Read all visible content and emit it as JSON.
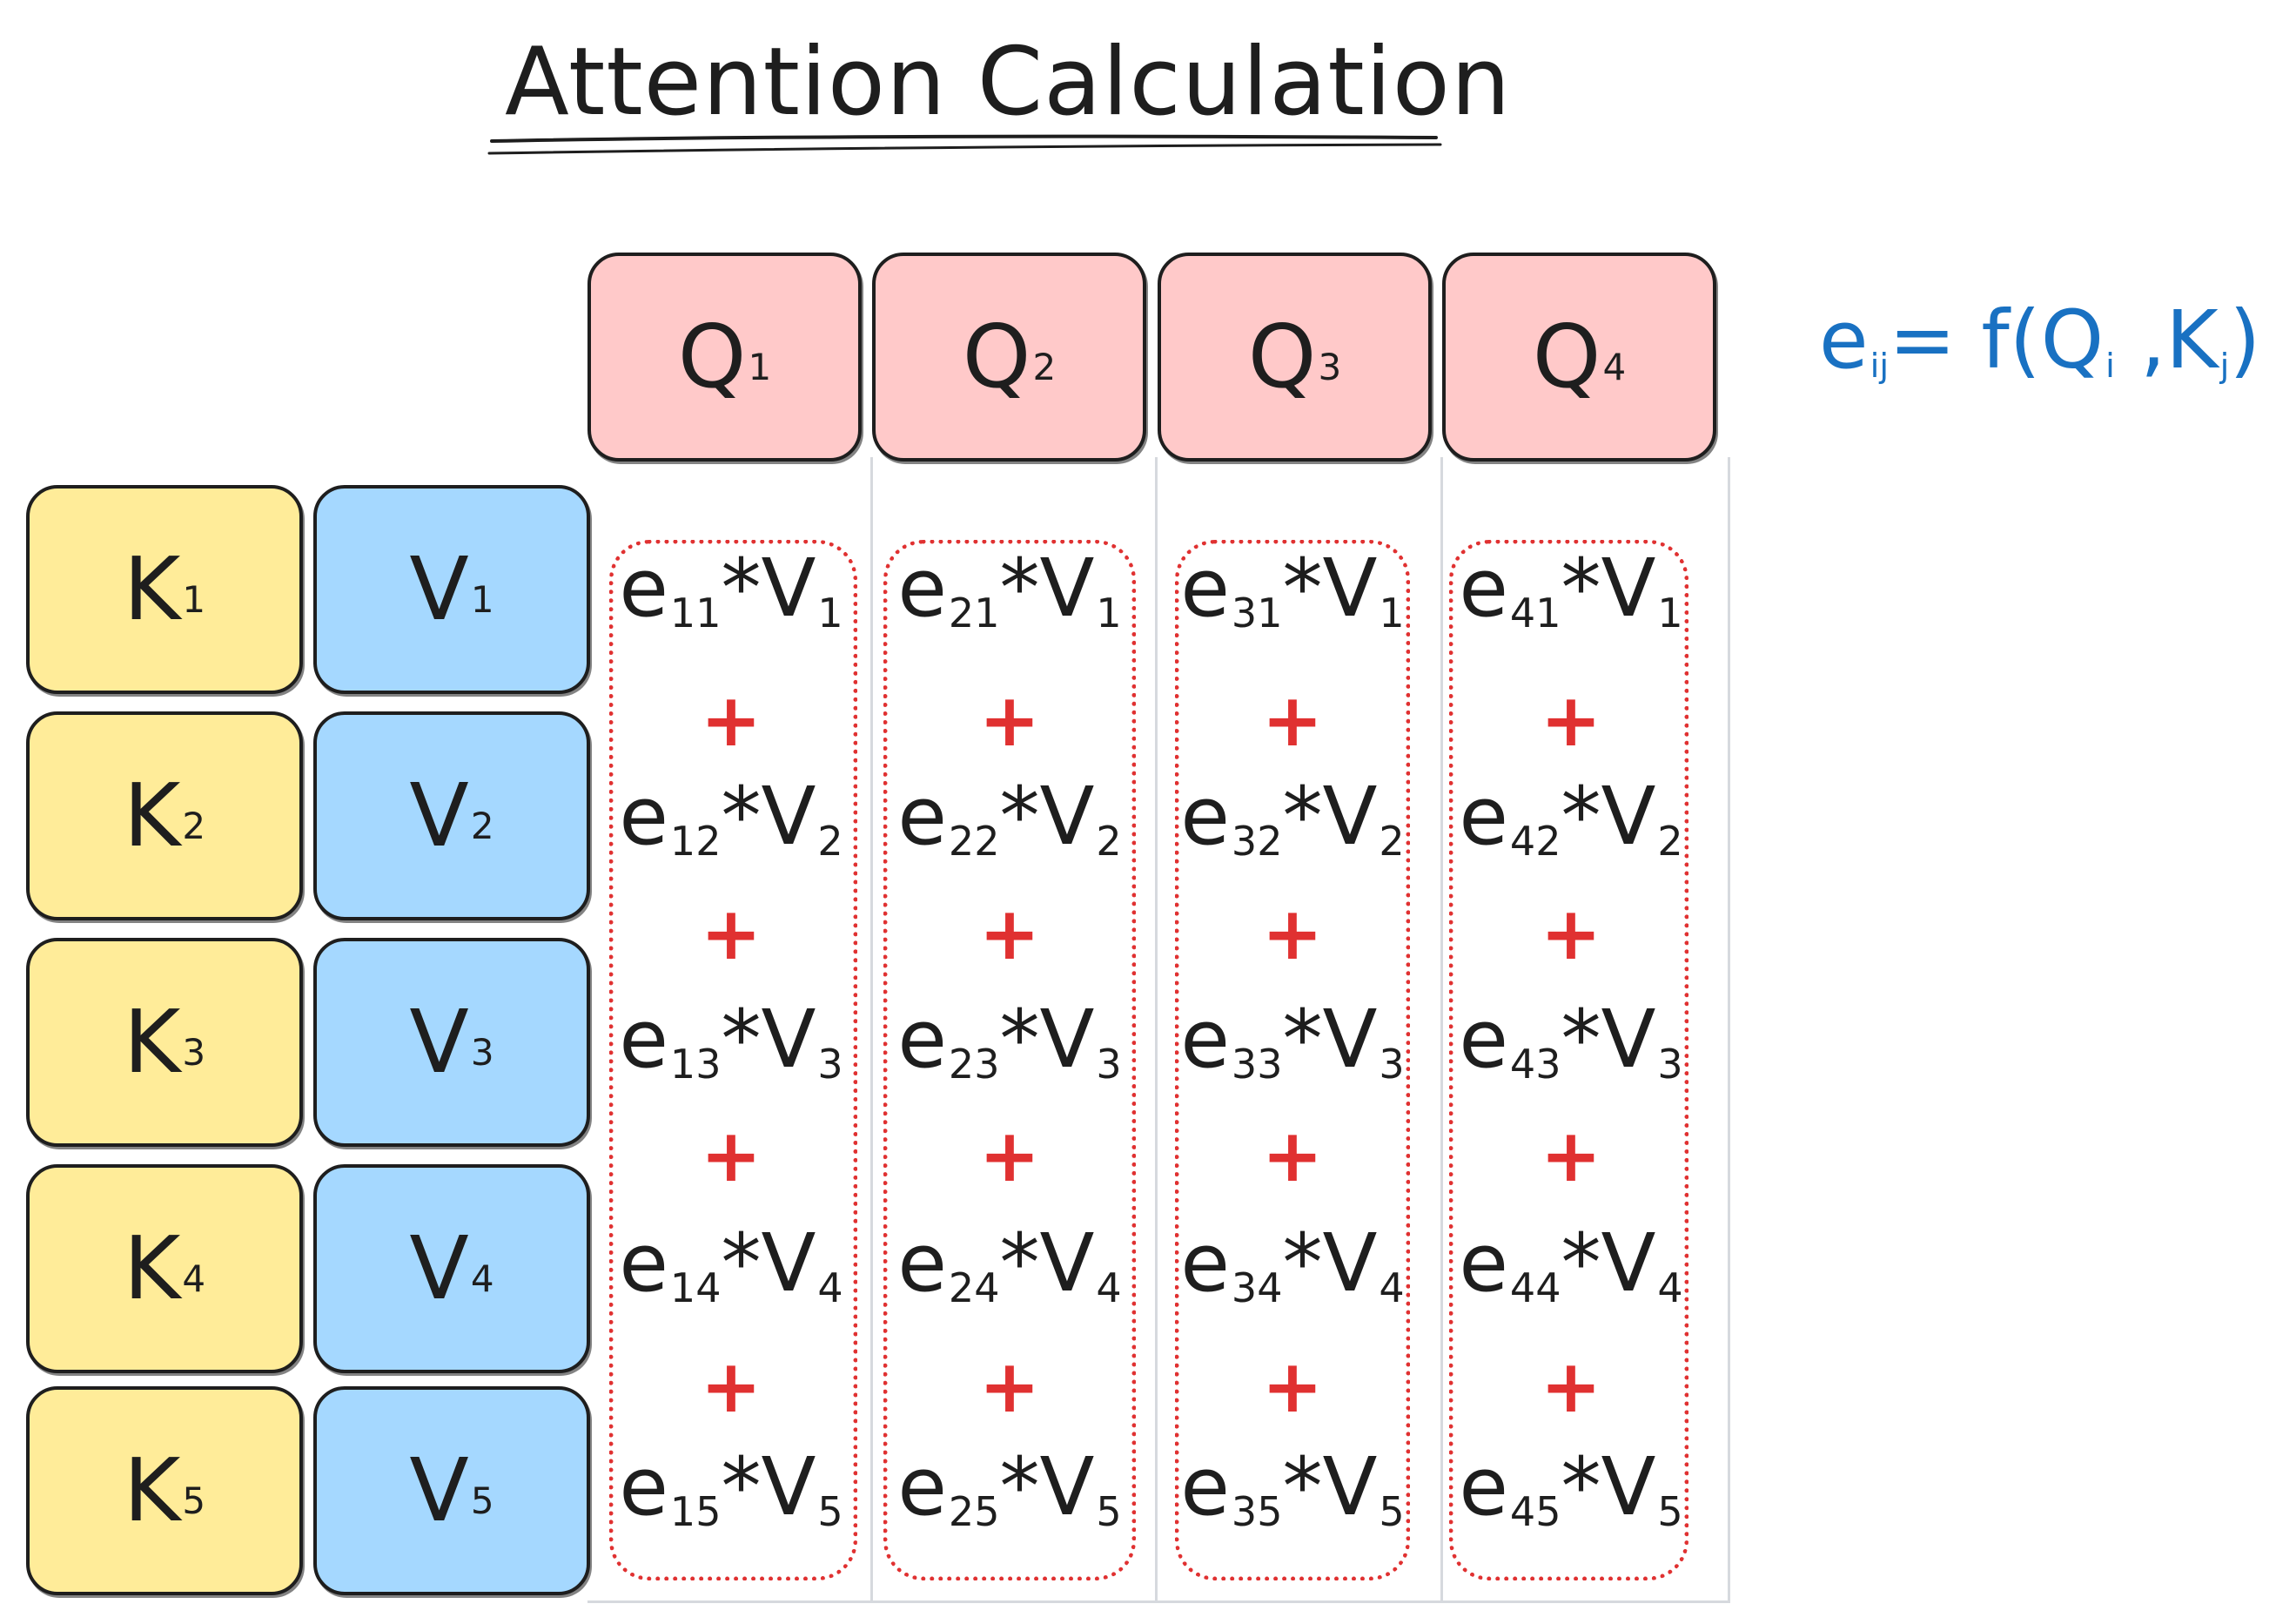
{
  "title": "Attention Calculation",
  "formula": {
    "base": "e",
    "sub": "ij",
    "rest": "= f(Q",
    "sub_i": "i",
    "mid": " ,K",
    "sub_j": "j",
    "end": ")"
  },
  "colors": {
    "query": "#ffc9c9",
    "key": "#ffec99",
    "value": "#a5d8ff",
    "plus": "#e03131",
    "formula": "#1971c2",
    "ink": "#1e1e1e"
  },
  "queries": [
    {
      "letter": "Q",
      "sub": "1"
    },
    {
      "letter": "Q",
      "sub": "2"
    },
    {
      "letter": "Q",
      "sub": "3"
    },
    {
      "letter": "Q",
      "sub": "4"
    }
  ],
  "keys": [
    {
      "letter": "K",
      "sub": "1"
    },
    {
      "letter": "K",
      "sub": "2"
    },
    {
      "letter": "K",
      "sub": "3"
    },
    {
      "letter": "K",
      "sub": "4"
    },
    {
      "letter": "K",
      "sub": "5"
    }
  ],
  "values": [
    {
      "letter": "V",
      "sub": "1"
    },
    {
      "letter": "V",
      "sub": "2"
    },
    {
      "letter": "V",
      "sub": "3"
    },
    {
      "letter": "V",
      "sub": "4"
    },
    {
      "letter": "V",
      "sub": "5"
    }
  ],
  "plus_symbol": "+",
  "columns": [
    {
      "terms": [
        {
          "e": "e",
          "e_sub": "11",
          "op": "*V",
          "v_sub": "1"
        },
        {
          "e": "e",
          "e_sub": "12",
          "op": "*V",
          "v_sub": "2"
        },
        {
          "e": "e",
          "e_sub": "13",
          "op": "*V",
          "v_sub": "3"
        },
        {
          "e": "e",
          "e_sub": "14",
          "op": "*V",
          "v_sub": "4"
        },
        {
          "e": "e",
          "e_sub": "15",
          "op": "*V",
          "v_sub": "5"
        }
      ]
    },
    {
      "terms": [
        {
          "e": "e",
          "e_sub": "21",
          "op": "*V",
          "v_sub": "1"
        },
        {
          "e": "e",
          "e_sub": "22",
          "op": "*V",
          "v_sub": "2"
        },
        {
          "e": "e",
          "e_sub": "23",
          "op": "*V",
          "v_sub": "3"
        },
        {
          "e": "e",
          "e_sub": "24",
          "op": "*V",
          "v_sub": "4"
        },
        {
          "e": "e",
          "e_sub": "25",
          "op": "*V",
          "v_sub": "5"
        }
      ]
    },
    {
      "terms": [
        {
          "e": "e",
          "e_sub": "31",
          "op": "*V",
          "v_sub": "1"
        },
        {
          "e": "e",
          "e_sub": "32",
          "op": "*V",
          "v_sub": "2"
        },
        {
          "e": "e",
          "e_sub": "33",
          "op": "*V",
          "v_sub": "3"
        },
        {
          "e": "e",
          "e_sub": "34",
          "op": "*V",
          "v_sub": "4"
        },
        {
          "e": "e",
          "e_sub": "35",
          "op": "*V",
          "v_sub": "5"
        }
      ]
    },
    {
      "terms": [
        {
          "e": "e",
          "e_sub": "41",
          "op": "*V",
          "v_sub": "1"
        },
        {
          "e": "e",
          "e_sub": "42",
          "op": "*V",
          "v_sub": "2"
        },
        {
          "e": "e",
          "e_sub": "43",
          "op": "*V",
          "v_sub": "3"
        },
        {
          "e": "e",
          "e_sub": "44",
          "op": "*V",
          "v_sub": "4"
        },
        {
          "e": "e",
          "e_sub": "45",
          "op": "*V",
          "v_sub": "5"
        }
      ]
    }
  ]
}
